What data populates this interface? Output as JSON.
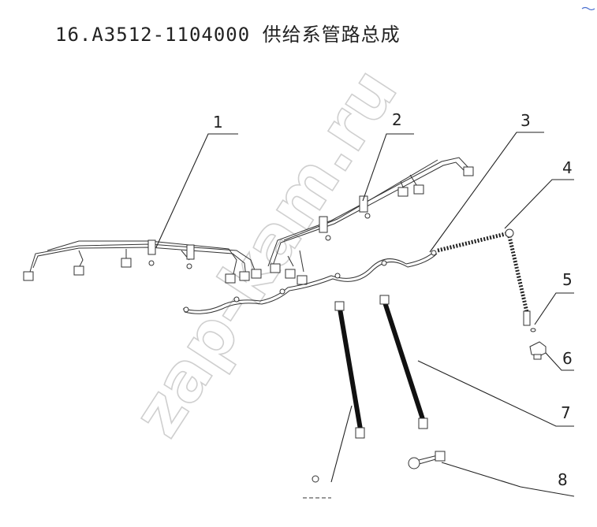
{
  "title": "16.A3512-1104000  供给系管路总成",
  "watermark": "zap-kam.ru",
  "callouts": [
    "1",
    "2",
    "3",
    "4",
    "5",
    "6",
    "7",
    "8"
  ]
}
